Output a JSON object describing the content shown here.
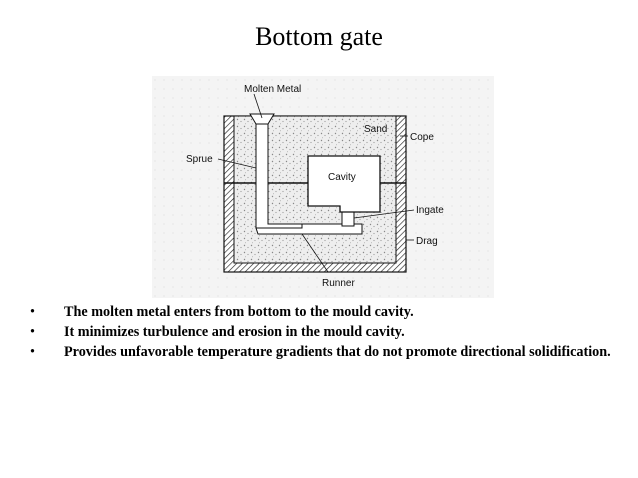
{
  "slide": {
    "title": "Bottom gate"
  },
  "diagram": {
    "labels": {
      "molten_metal": "Molten Metal",
      "sand": "Sand",
      "cope": "Cope",
      "sprue": "Sprue",
      "cavity": "Cavity",
      "ingate": "Ingate",
      "drag": "Drag",
      "runner": "Runner"
    }
  },
  "bullets": [
    {
      "marker": "•",
      "text": "The molten metal enters from bottom to the mould cavity."
    },
    {
      "marker": "•",
      "text": "It minimizes turbulence and erosion in the mould cavity."
    },
    {
      "marker": "•",
      "text": "Provides unfavorable temperature gradients that do not promote directional solidification."
    }
  ]
}
